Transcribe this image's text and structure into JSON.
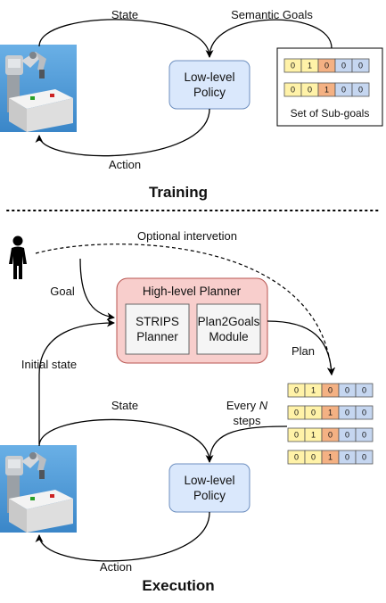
{
  "training": {
    "heading": "Training",
    "state_label": "State",
    "semantic_goals_label": "Semantic Goals",
    "action_label": "Action",
    "policy_box": {
      "line1": "Low-level",
      "line2": "Policy"
    },
    "subgoals_caption": "Set of Sub-goals",
    "subgoal_rows": [
      [
        "0",
        "1",
        "0",
        "0",
        "0"
      ],
      [
        "0",
        "0",
        "1",
        "0",
        "0"
      ]
    ]
  },
  "execution": {
    "heading": "Execution",
    "optional_intervention_label": "Optional intervetion",
    "goal_label": "Goal",
    "initial_state_label": "Initial state",
    "plan_label": "Plan",
    "state_label": "State",
    "every_n_label": {
      "line1_prefix": "Every ",
      "line1_var": "N",
      "line2": "steps"
    },
    "action_label": "Action",
    "high_level_planner": {
      "title": "High-level Planner",
      "strips": {
        "line1": "STRIPS",
        "line2": "Planner"
      },
      "plan2goals": {
        "line1": "Plan2Goals",
        "line2": "Module"
      }
    },
    "policy_box": {
      "line1": "Low-level",
      "line2": "Policy"
    },
    "plan_rows": [
      [
        "0",
        "1",
        "0",
        "0",
        "0"
      ],
      [
        "0",
        "0",
        "1",
        "0",
        "0"
      ],
      [
        "0",
        "1",
        "0",
        "0",
        "0"
      ],
      [
        "0",
        "0",
        "1",
        "0",
        "0"
      ]
    ]
  },
  "colors": {
    "yellow_cell": "#fff2a8",
    "orange_cell": "#f4b183",
    "blue_cell": "#c5d6f0",
    "policy_fill": "#dae8fc",
    "policy_stroke": "#6c8ebf",
    "planner_fill": "#f8cecc",
    "planner_stroke": "#b85450",
    "module_fill": "#f5f5f5",
    "module_stroke": "#666666",
    "robot_bg": "#4f9bd8"
  },
  "icons": [
    "robot-arm-scene",
    "person-icon"
  ]
}
